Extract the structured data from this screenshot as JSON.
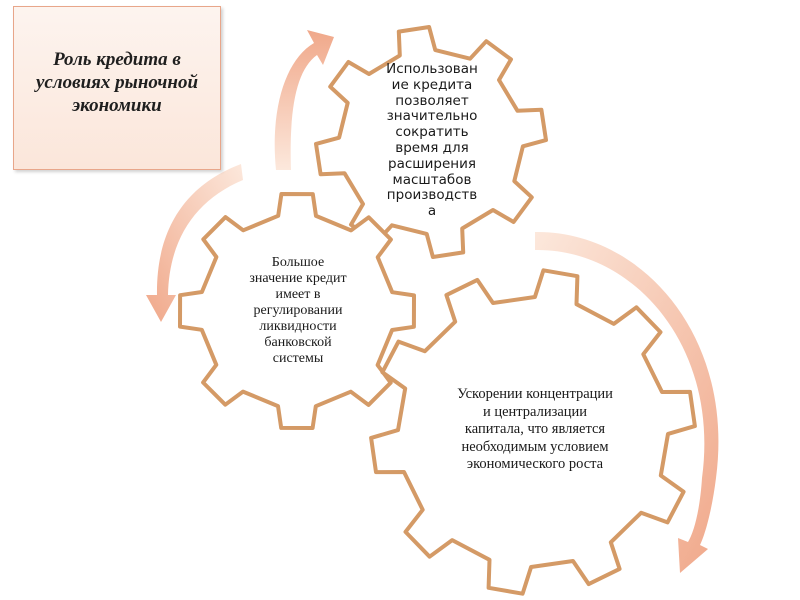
{
  "title": "Роль кредита в\nусловиях рыночной\nэкономики",
  "gears": [
    {
      "id": "gear-1",
      "text": "Использован\nие кредита\nпозволяет\nзначительно\nсократить\nвремя для\nрасширения\nмасштабов\nпроизводств\nа"
    },
    {
      "id": "gear-2",
      "text": "Большое\nзначение кредит\nимеет в\nрегулировании\nликвидности\nбанковской\nсистемы"
    },
    {
      "id": "gear-3",
      "text": "Ускорении концентрации\nи централизации\nкапитала, что является\nнеобходимым условием\nэкономического роста"
    }
  ],
  "colors": {
    "gear_stroke": "#d49a66",
    "gear_fill": "#ffffff",
    "arrow_light": "#fbe3d6",
    "arrow_dark": "#f0a88a",
    "title_border": "#e8a68a"
  }
}
